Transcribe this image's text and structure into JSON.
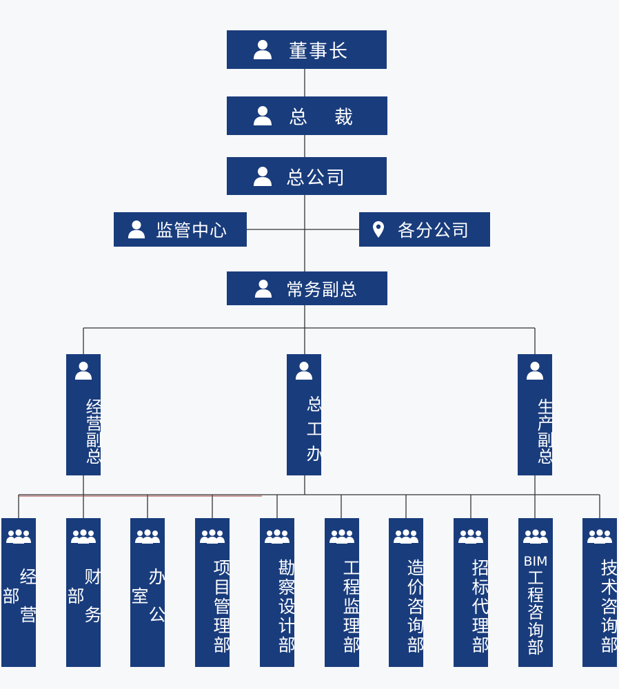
{
  "colors": {
    "box": "#193c7c",
    "line": "#333333",
    "background": "#f7f8fa"
  },
  "top_nodes": {
    "chairman": {
      "label": "董事长",
      "icon": "person-icon"
    },
    "president": {
      "label": "总　裁",
      "icon": "person-icon"
    },
    "head_office": {
      "label": "总公司",
      "icon": "person-icon"
    },
    "supervision": {
      "label": "监管中心",
      "icon": "person-icon"
    },
    "branches": {
      "label": "各分公司",
      "icon": "location-pin-icon"
    },
    "executive_vp": {
      "label": "常务副总",
      "icon": "person-icon"
    }
  },
  "middle_nodes": [
    {
      "label": "经营副总",
      "icon": "person-icon"
    },
    {
      "label": "总工办",
      "icon": "person-icon"
    },
    {
      "label": "生产副总",
      "icon": "person-icon"
    }
  ],
  "departments": [
    {
      "label": "经营部",
      "icon": "group-icon"
    },
    {
      "label": "财务部",
      "icon": "group-icon"
    },
    {
      "label": "办公室",
      "icon": "group-icon"
    },
    {
      "label": "项目管理部",
      "icon": "group-icon"
    },
    {
      "label": "勘察设计部",
      "icon": "group-icon"
    },
    {
      "label": "工程监理部",
      "icon": "group-icon"
    },
    {
      "label": "造价咨询部",
      "icon": "group-icon"
    },
    {
      "label": "招标代理部",
      "icon": "group-icon"
    },
    {
      "label": "BIM工程咨询部",
      "icon": "group-icon"
    },
    {
      "label": "技术咨询部",
      "icon": "group-icon"
    }
  ]
}
